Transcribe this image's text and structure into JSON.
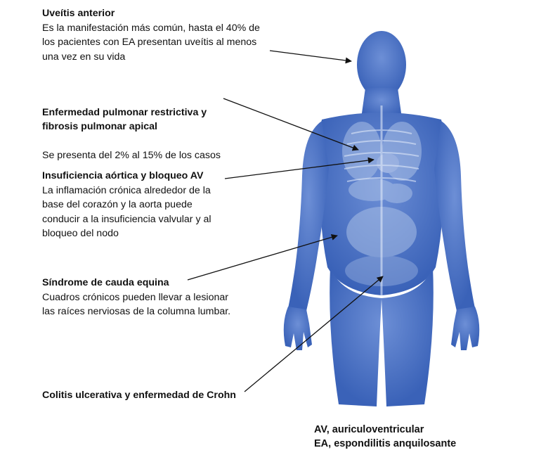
{
  "annotations": [
    {
      "id": "uveitis",
      "title": "Uveítis anterior",
      "body": "Es la manifestación más común, hasta el 40% de\nlos pacientes con EA presentan uveítis al menos\nuna vez en su vida"
    },
    {
      "id": "pulmonar",
      "title": "Enfermedad pulmonar restrictiva y\nfibrosis pulmonar apical",
      "body": "Se presenta del 2% al 15% de los casos"
    },
    {
      "id": "aortica",
      "title": "Insuficiencia aórtica y bloqueo AV",
      "body": "La inflamación crónica alrededor de la\nbase del corazón y la aorta puede\nconducir a la insuficiencia valvular y al\nbloqueo del nodo"
    },
    {
      "id": "cauda",
      "title": "Síndrome de cauda equina",
      "body": "Cuadros crónicos pueden llevar a lesionar\nlas raíces nerviosas de la columna lumbar."
    },
    {
      "id": "colitis",
      "title": "Colitis ulcerativa y enfermedad de Crohn",
      "body": ""
    }
  ],
  "footnotes": [
    "AV, auriculoventricular",
    "EA, espondilitis anquilosante"
  ],
  "colors": {
    "body_fill": "#4a72c4",
    "body_dark": "#2f55a8",
    "organ": "#a9bfe6",
    "arrow": "#111111"
  }
}
